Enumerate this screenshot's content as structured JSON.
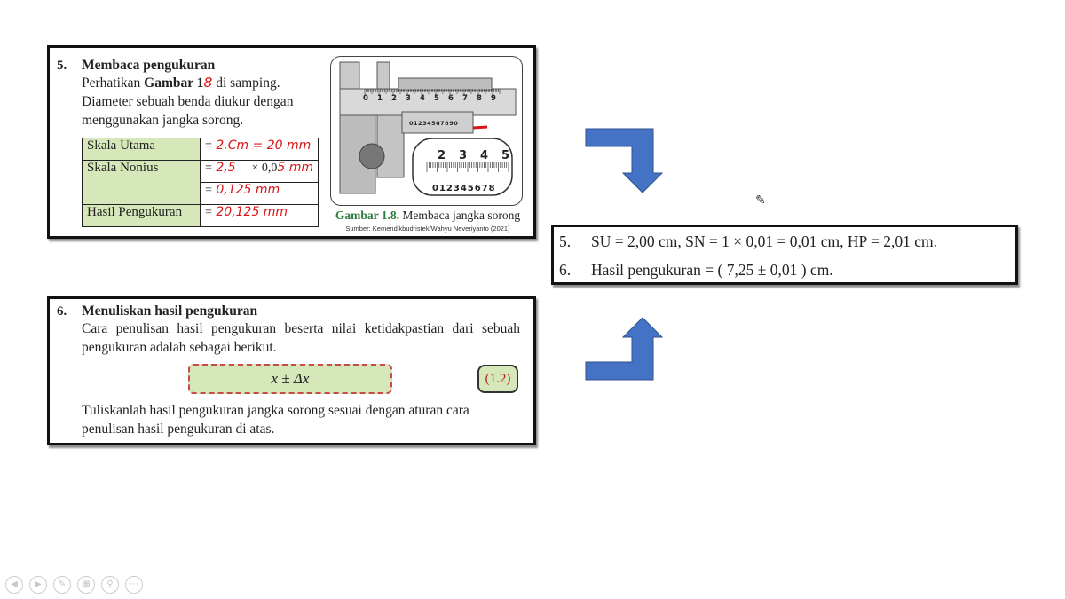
{
  "section5": {
    "number": "5.",
    "title": "Membaca pengukuran",
    "line1_pre": "Perhatikan ",
    "line1_bold": "Gambar 1",
    "line1_annot": "8",
    "line1_post": " di samping.",
    "line2": "Diameter sebuah benda diukur dengan",
    "line3": "menggunakan jangka sorong.",
    "table": {
      "label_main": "Skala Utama",
      "label_nonius": "Skala Nonius",
      "label_result": "Hasil Pengukuran",
      "val_main": "2.Cm = 20 mm",
      "val_nonius_hand": "2,5",
      "val_nonius_printed": "× 0,0",
      "val_nonius_annot": "5 mm",
      "val_nonius2": "0,125 mm",
      "val_result": "20,125 mm",
      "eq": "="
    },
    "figure": {
      "caption_num": "Gambar 1.8.",
      "caption_text": " Membaca jangka sorong",
      "source": "Sumber: Kemendikbudristek/Wahyu Neveriyanto (2021)",
      "scale_main": [
        "0",
        "1",
        "2",
        "3",
        "4",
        "5",
        "6",
        "7",
        "8",
        "9"
      ],
      "scale_nonius": "01234567890",
      "zoom_main": [
        "2",
        "3",
        "4",
        "5"
      ],
      "zoom_nonius": "012345678"
    }
  },
  "section6": {
    "number": "6.",
    "title": "Menuliskan hasil pengukuran",
    "para1": "Cara penulisan hasil pengukuran beserta nilai ketidakpastian dari sebuah pengukuran adalah sebagai berikut.",
    "formula": "x ± Δx",
    "eq_number": "(1.2)",
    "para2": "Tuliskanlah hasil pengukuran jangka sorong sesuai dengan aturan cara penulisan hasil pengukuran di atas."
  },
  "answers": {
    "a5_num": "5.",
    "a5_text": "SU = 2,00 cm,  SN = 1 × 0,01 = 0,01 cm,  HP = 2,01 cm.",
    "a6_num": "6.",
    "a6_text": "Hasil pengukuran = ( 7,25 ± 0,01 ) cm."
  },
  "colors": {
    "arrow": "#4472c4",
    "table_fill": "#d6e7b9",
    "annotation": "#d91414",
    "caption": "#2b7a3a"
  },
  "toolbar": [
    "previous-icon",
    "next-icon",
    "pen-icon",
    "slides-icon",
    "zoom-icon",
    "more-icon"
  ]
}
